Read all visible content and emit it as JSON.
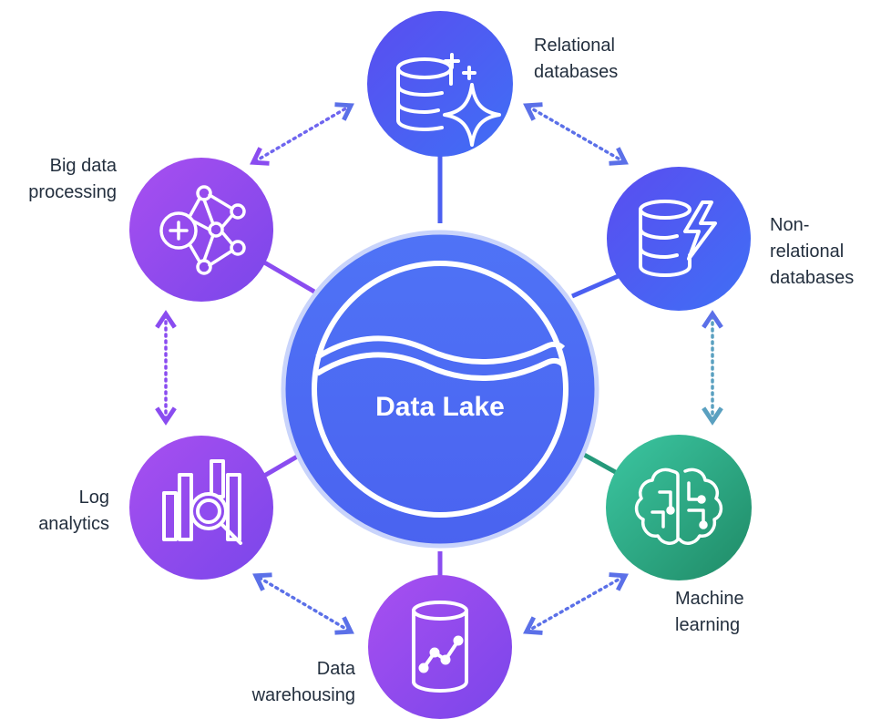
{
  "diagram": {
    "center": {
      "label": "Data Lake",
      "color": "#4a6cf7"
    },
    "nodes": [
      {
        "id": "relational",
        "label": "Relational\ndatabases",
        "icon": "database-sparkle-icon",
        "color": "#4b5ff1"
      },
      {
        "id": "nonrelational",
        "label": "Non-\nrelational\ndatabases",
        "icon": "database-lightning-icon",
        "color": "#4b5ff1"
      },
      {
        "id": "ml",
        "label": "Machine\nlearning",
        "icon": "brain-circuit-icon",
        "color": "#22a07b"
      },
      {
        "id": "warehousing",
        "label": "Data\nwarehousing",
        "icon": "cylinder-chart-icon",
        "color": "#8a4cf0"
      },
      {
        "id": "log",
        "label": "Log\nanalytics",
        "icon": "bar-chart-magnifier-icon",
        "color": "#8a4cf0"
      },
      {
        "id": "bigdata",
        "label": "Big data\nprocessing",
        "icon": "network-plus-icon",
        "color": "#8a4cf0"
      }
    ],
    "arrow_colors": {
      "blue": "#5b70e8",
      "purple": "#8a4cf0",
      "teal": "#5aa0c0"
    }
  }
}
